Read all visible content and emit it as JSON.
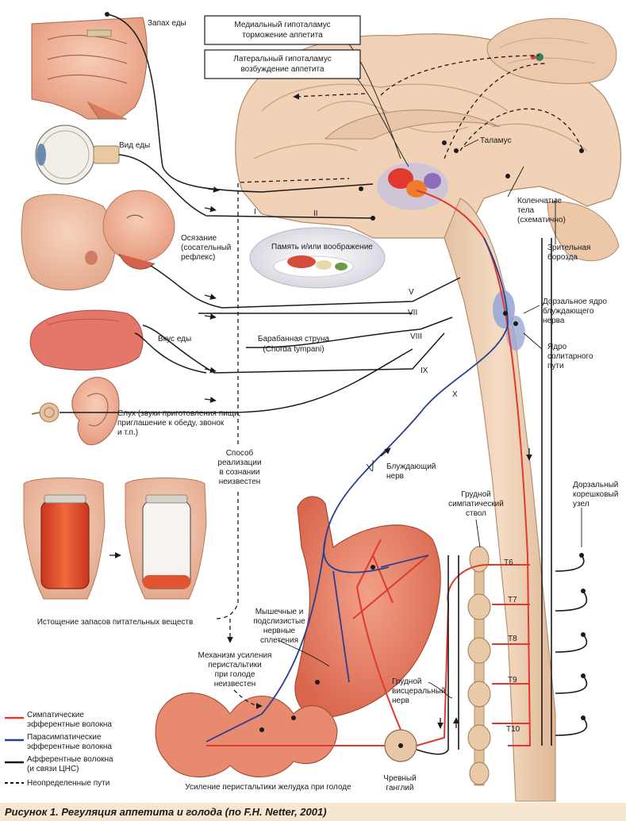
{
  "caption": "Рисунок 1. Регуляция аппетита и голода (по F.H. Netter, 2001)",
  "boxes": {
    "medial_line1": "Медиальный гипоталамус",
    "medial_line2": "торможение аппетита",
    "lateral_line1": "Латеральный гипоталамус",
    "lateral_line2": "возбуждение аппетита"
  },
  "labels": {
    "smell": "Запах еды",
    "sight": "Вид еды",
    "touch_1": "Осязание",
    "touch_2": "(сосательный",
    "touch_3": "рефлекс)",
    "memory": "Память и/или воображение",
    "taste": "Вкус еды",
    "chorda_1": "Барабанная струна",
    "chorda_2": "(Chorda tympani)",
    "hearing_1": "Слух (звуки приготовления пищи,",
    "hearing_2": "приглашение к обеду, звонок",
    "hearing_3": "и т.п.)",
    "unknown_1": "Способ",
    "unknown_2": "реализации",
    "unknown_3": "в сознании",
    "unknown_4": "неизвестен",
    "thalamus": "Таламус",
    "geniculate_1": "Коленчатые",
    "geniculate_2": "тела",
    "geniculate_3": "(схематично)",
    "visual_sulcus_1": "Зрительная",
    "visual_sulcus_2": "борозда",
    "dorsal_nucleus_1": "Дорзальное ядро",
    "dorsal_nucleus_2": "блуждающего",
    "dorsal_nucleus_3": "нерва",
    "solitary_1": "Ядро",
    "solitary_2": "солитарного",
    "solitary_3": "пути",
    "vagus_1": "Блуждающий",
    "vagus_2": "нерв",
    "thoracic_trunk_1": "Грудной",
    "thoracic_trunk_2": "симпатический",
    "thoracic_trunk_3": "ствол",
    "dorsal_ganglion_1": "Дорзальный",
    "dorsal_ganglion_2": "корешковый",
    "dorsal_ganglion_3": "узел",
    "depletion": "Истощение запасов питательных веществ",
    "plexus_1": "Мышечные и",
    "plexus_2": "подслизистые",
    "plexus_3": "нервные",
    "plexus_4": "сплетения",
    "peristalsis_1": "Механизм усиления",
    "peristalsis_2": "перистальтики",
    "peristalsis_3": "при голоде",
    "peristalsis_4": "неизвестен",
    "visceral_1": "Грудной",
    "visceral_2": "висцеральный",
    "visceral_3": "нерв",
    "celiac_1": "Чревный",
    "celiac_2": "ганглий",
    "bottom": "Усиление перистальтики желудка при голоде"
  },
  "cranial_nerves": [
    "I",
    "II",
    "V",
    "VII",
    "VIII",
    "IX",
    "X"
  ],
  "segments": [
    "T6",
    "T7",
    "T8",
    "T9",
    "T10"
  ],
  "legend": [
    {
      "label_1": "Симпатические",
      "label_2": "эфферентные волокна",
      "color": "#e03a2f",
      "style": "solid"
    },
    {
      "label_1": "Парасимпатические",
      "label_2": "эфферентные волокна",
      "color": "#2a3f8f",
      "style": "solid"
    },
    {
      "label_1": "Афферентные волокна",
      "label_2": "(и связи ЦНС)",
      "color": "#1a1a1a",
      "style": "solid"
    },
    {
      "label_1": "Неопределенные пути",
      "label_2": "",
      "color": "#1a1a1a",
      "style": "dashed"
    }
  ],
  "colors": {
    "sympathetic": "#e03a2f",
    "parasympathetic": "#2a3f8f",
    "afferent": "#1a1a1a",
    "brain": "#f2d2b6",
    "tissue": "#e8876a",
    "caption_bg": "#f7e6d0"
  }
}
